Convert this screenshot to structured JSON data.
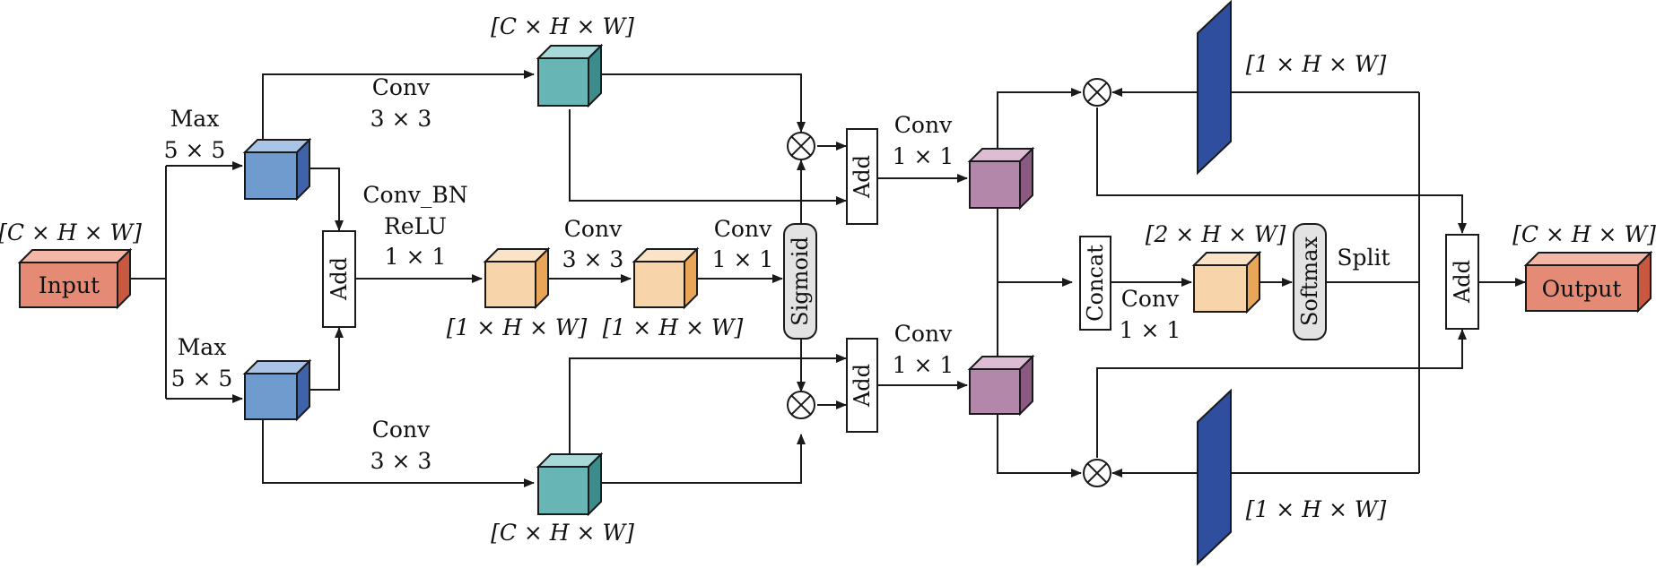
{
  "labels": {
    "input": "Input",
    "output": "Output",
    "input_dim": "[C × H × W]",
    "output_dim": "[C × H × W]",
    "max_top": [
      "Max",
      "5 × 5"
    ],
    "max_bottom": [
      "Max",
      "5 × 5"
    ],
    "conv3_top": [
      "Conv",
      "3 × 3"
    ],
    "conv3_bottom": [
      "Conv",
      "3 × 3"
    ],
    "teal_top_dim": "[C × H × W]",
    "teal_bottom_dim": "[C × H × W]",
    "convbn": [
      "Conv_BN",
      "ReLU",
      "1 × 1"
    ],
    "conv3_mid": [
      "Conv",
      "3 × 3"
    ],
    "conv1_mid": [
      "Conv",
      "1 × 1"
    ],
    "orange1_dim": "[1 × H × W]",
    "orange2_dim": "[1 × H × W]",
    "add": "Add",
    "sigmoid": "Sigmoid",
    "conv1_top": [
      "Conv",
      "1 × 1"
    ],
    "conv1_bottom": [
      "Conv",
      "1 × 1"
    ],
    "concat": "Concat",
    "concat_conv": [
      "Conv",
      "1 × 1"
    ],
    "orange3_dim": "[2 × H × W]",
    "softmax": "Softmax",
    "split": "Split",
    "blue_top_dim": "[1 × H × W]",
    "blue_bottom_dim": "[1 × H × W]"
  },
  "colors": {
    "input_box": "#e58a75",
    "blue_cube": "#6f9bcf",
    "teal_cube": "#67b5b5",
    "orange_cube": "#f8d4aa",
    "purple_cube": "#b287aa",
    "dark_blue_plane": "#2f4f9e",
    "pill_fill": "#e3e3e3"
  }
}
